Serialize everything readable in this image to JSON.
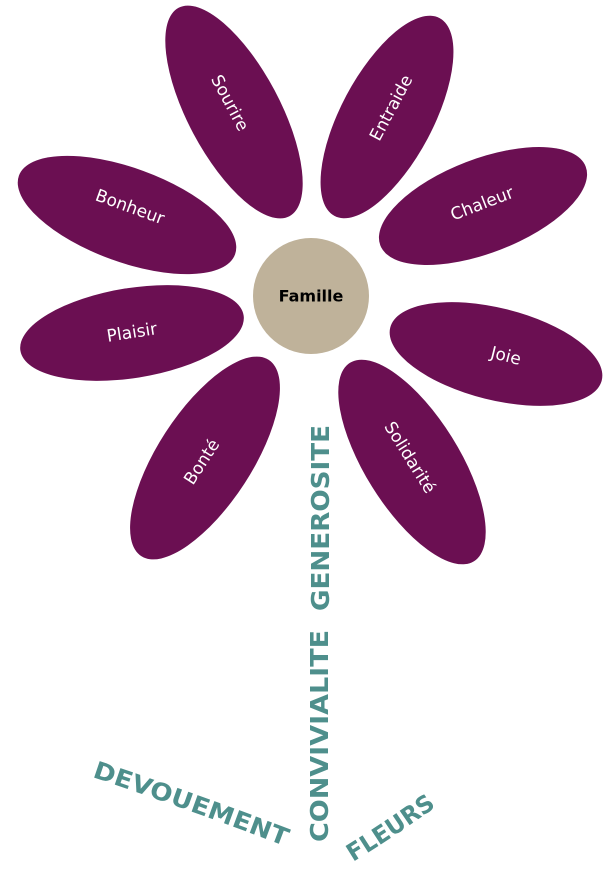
{
  "colors": {
    "petal": "#6b0f52",
    "center": "#bfb29a",
    "stem_text": "#4e8f8c",
    "petal_text": "#ffffff"
  },
  "flower": {
    "center_label": "Famille",
    "petals": [
      {
        "id": "sourire",
        "label": "Sourire"
      },
      {
        "id": "entraide",
        "label": "Entraide"
      },
      {
        "id": "bonheur",
        "label": "Bonheur"
      },
      {
        "id": "chaleur",
        "label": "Chaleur"
      },
      {
        "id": "plaisir",
        "label": "Plaisir"
      },
      {
        "id": "joie",
        "label": "Joie"
      },
      {
        "id": "bonte",
        "label": "Bonté"
      },
      {
        "id": "solidarite",
        "label": "Solidarité"
      }
    ]
  },
  "stem": {
    "upper": "GENEROSITE",
    "lower": "CONVIVIALITE"
  },
  "leaves": {
    "left": "DEVOUEMENT",
    "right": "FLEURS"
  }
}
